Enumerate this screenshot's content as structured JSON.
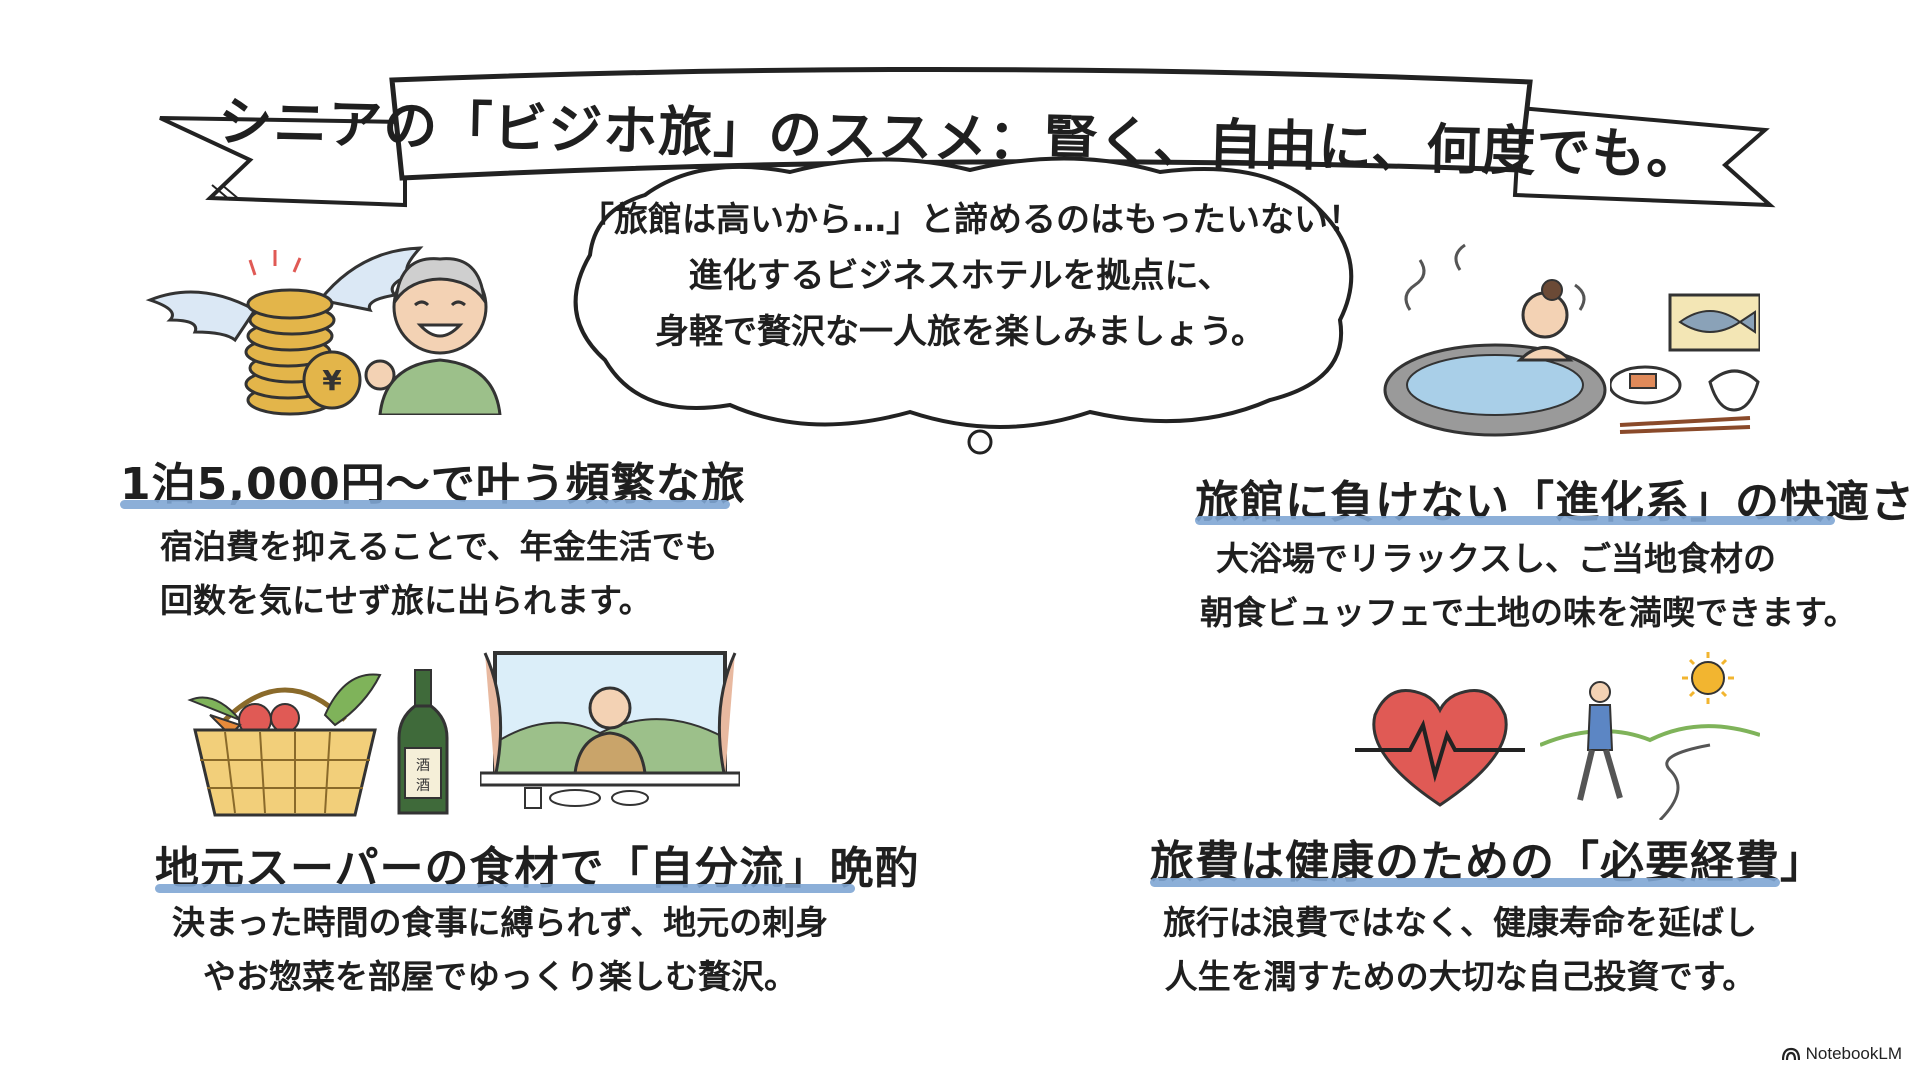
{
  "title": "シニアの「ビジホ旅」のススメ：賢く、自由に、何度でも。",
  "intro": {
    "lines": [
      "「旅館は高いから…」と諦めるのはもったいない！",
      "進化するビジネスホテルを拠点に、",
      "身軽で贅沢な一人旅を楽しみましょう。"
    ]
  },
  "sections": [
    {
      "heading": "1泊5,000円〜で叶う頻繁な旅",
      "lines": [
        "宿泊費を抑えることで、年金生活でも",
        "回数を気にせず旅に出られます。"
      ]
    },
    {
      "heading": "旅館に負けない「進化系」の快適さ",
      "lines": [
        "大浴場でリラックスし、ご当地食材の",
        "朝食ビュッフェで土地の味を満喫できます。"
      ]
    },
    {
      "heading": "地元スーパーの食材で「自分流」晩酌",
      "lines": [
        "決まった時間の食事に縛られず、地元の刺身",
        "やお惣菜を部屋でゆっくり楽しむ贅沢。"
      ]
    },
    {
      "heading": "旅費は健康のための「必要経費」",
      "lines": [
        "旅行は浪費ではなく、健康寿命を延ばし",
        "人生を潤すための大切な自己投資です。"
      ]
    }
  ],
  "illustrations": {
    "coin_symbol": "¥",
    "sake_label": "酒酒"
  },
  "colors": {
    "underline": "#7fa6d4",
    "ink": "#1f1f1f",
    "coin": "#e3b54a",
    "heart": "#e05a55",
    "water": "#a9cfe8",
    "sun": "#f2b530"
  },
  "brand": "NotebookLM"
}
